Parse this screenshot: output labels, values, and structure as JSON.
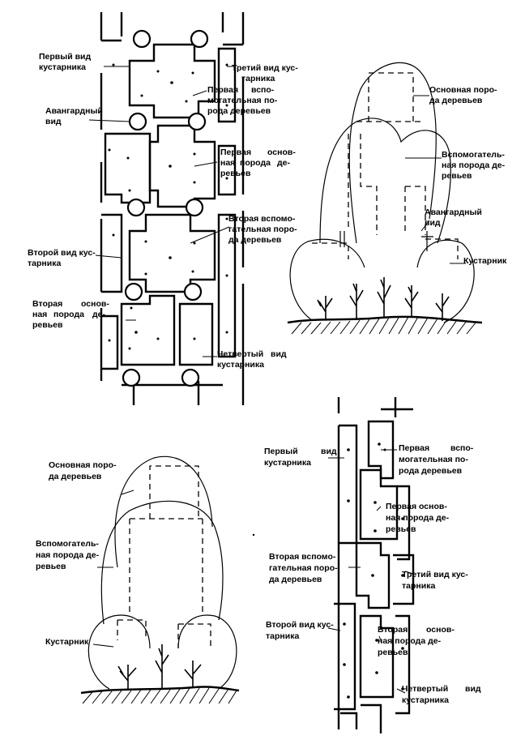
{
  "diagram_topleft": {
    "labels": {
      "shrub1": [
        "Первый вид",
        "кустарника"
      ],
      "shrub3": [
        "Третий вид кус-",
        "тарника"
      ],
      "aux1": [
        "Первая",
        "вспо-",
        "могательная",
        "по-",
        "рода деревьев"
      ],
      "avant": [
        "Авангардный",
        "вид"
      ],
      "main1": [
        "Первая",
        "основ-",
        "ная",
        "порода",
        "де-",
        "ревьев"
      ],
      "aux2": [
        "Вторая вспомо-",
        "гательная поро-",
        "да деревьев"
      ],
      "shrub2": [
        "Второй вид кус-",
        "тарника"
      ],
      "main2": [
        "Вторая",
        "основ-",
        "ная",
        "порода",
        "де-",
        "ревьев"
      ],
      "shrub4": [
        "Четвертый",
        "вид",
        "кустарника"
      ]
    }
  },
  "diagram_topright": {
    "labels": {
      "main": [
        "Основная поро-",
        "да деревьев"
      ],
      "aux": [
        "Вспомогатель-",
        "ная порода де-",
        "ревьев"
      ],
      "avant": [
        "Авангардный",
        "вид"
      ],
      "shrub": [
        "Кустарник"
      ]
    }
  },
  "diagram_bottomleft": {
    "labels": {
      "main": [
        "Основная поро-",
        "да деревьев"
      ],
      "aux": [
        "Вспомогатель-",
        "ная порода де-",
        "ревьев"
      ],
      "shrub": [
        "Кустарник"
      ]
    }
  },
  "diagram_bottomright": {
    "labels": {
      "shrub1": [
        "Первый",
        "вид",
        "кустарника"
      ],
      "aux1": [
        "Первая",
        "вспо-",
        "могательная по-",
        "рода деревьев"
      ],
      "main1": [
        "Первая основ-",
        "ная порода де-",
        "ревьев"
      ],
      "aux2": [
        "Вторая вспомо-",
        "гательная поро-",
        "да деревьев"
      ],
      "shrub3": [
        "Третий вид кус-",
        "тарника"
      ],
      "shrub2": [
        "Второй вид кус-",
        "тарника"
      ],
      "main2": [
        "Вторая",
        "основ-",
        "ная порода де-",
        "ревьев"
      ],
      "shrub4": [
        "Четвертый",
        "вид",
        "кустарника"
      ]
    }
  }
}
